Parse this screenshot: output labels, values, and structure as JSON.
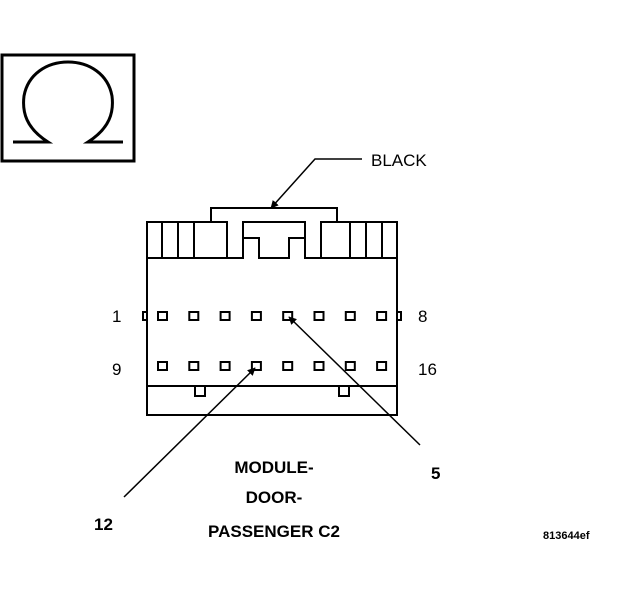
{
  "symbol": {
    "icon": "ohm-icon",
    "glyph": "Ω"
  },
  "connector": {
    "color_label": "BLACK",
    "top_row": {
      "first_pin": "1",
      "last_pin": "8"
    },
    "bottom_row": {
      "first_pin": "9",
      "last_pin": "16"
    }
  },
  "callouts": {
    "pin_5": "5",
    "pin_12": "12"
  },
  "title": {
    "line1": "MODULE-",
    "line2": "DOOR-",
    "line3": "PASSENGER C2"
  },
  "figure_code": "813644ef"
}
